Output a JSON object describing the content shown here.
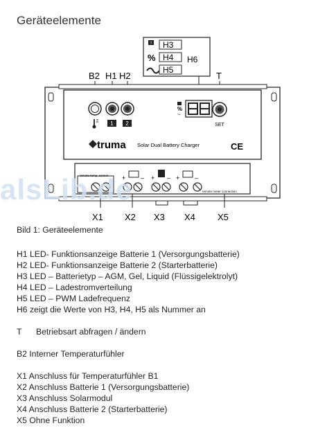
{
  "title": "Geräteelemente",
  "device": {
    "labels_top": [
      "B2",
      "H1",
      "H2",
      "T"
    ],
    "h6_box": {
      "rows": [
        "H3",
        "H4",
        "H5"
      ],
      "label": "H6"
    },
    "led_badges": [
      "1",
      "2"
    ],
    "set_label": "SET",
    "brand": "truma",
    "model": "Solar Dual Battery Charger",
    "ce_mark": "CE",
    "sensor_label": "remote temp. sensor",
    "remote_label": "remote meter connection",
    "plus": "+",
    "minus": "–",
    "connectors": [
      "X1",
      "X2",
      "X3",
      "X4",
      "X5"
    ]
  },
  "watermark": "alsLib.de",
  "caption": "Bild 1: Geräteelemente",
  "leds": [
    "H1 LED- Funktionsanzeige Batterie 1 (Versorgungsbatterie)",
    "H2 LED- Funktionsanzeige Batterie 2 (Starterbatterie)",
    "H3 LED – Batterietyp – AGM, Gel, Liquid (Flüssigelektrolyt)",
    "H4 LED – Ladestromverteilung",
    "H5 LED – PWM Ladefrequenz",
    "H6 zeigt die Werte von H3, H4, H5 als Nummer an"
  ],
  "t_item": {
    "key": "T",
    "text": "Betriebsart abfragen / ändern"
  },
  "b2_item": "B2 Interner Temperaturfühler",
  "ports": [
    "X1 Anschluss für Temperaturfühler B1",
    "X2 Anschluss Batterie 1 (Versorgungsbatterie)",
    "X3 Anschluss Solarmodul",
    "X4 Anschluss Batterie 2 (Starterbatterie)",
    "X5 Ohne Funktion"
  ]
}
